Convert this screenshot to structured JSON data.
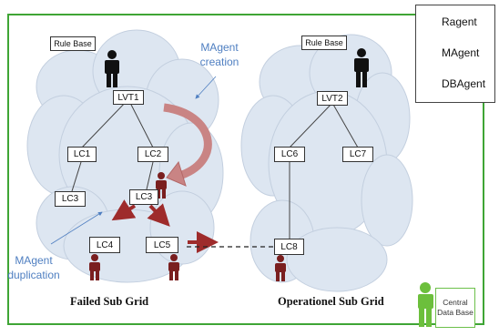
{
  "rule_base_left": "Rule Base",
  "rule_base_right": "Rule Base",
  "nodes": {
    "lvt1": "LVT1",
    "lc1": "LC1",
    "lc2": "LC2",
    "lc3_left": "LC3",
    "lc3_center": "LC3",
    "lc4": "LC4",
    "lc5": "LC5",
    "lvt2": "LVT2",
    "lc6": "LC6",
    "lc7": "LC7",
    "lc8": "LC8"
  },
  "annotations": {
    "magent_creation": "MAgent creation",
    "magent_duplication": "MAgent duplication"
  },
  "captions": {
    "failed": "Failed Sub Grid",
    "operational": "Operationel Sub Grid"
  },
  "legend": [
    {
      "label": "Ragent",
      "color": "#111111",
      "icon": "ragent-person-icon"
    },
    {
      "label": "MAgent",
      "color": "#7a1f1f",
      "icon": "magent-person-icon"
    },
    {
      "label": "DBAgent",
      "color": "#6cbf3c",
      "icon": "dbagent-person-icon"
    }
  ],
  "central_db": "Central Data Base",
  "colors": {
    "frame": "#3fa535",
    "cloud": "#dde6f1",
    "cloud_edge": "#c3cfdf",
    "arrow": "#b03a3a",
    "magent": "#7a1f1f",
    "ragent": "#111111",
    "dbagent": "#6cbf3c"
  }
}
